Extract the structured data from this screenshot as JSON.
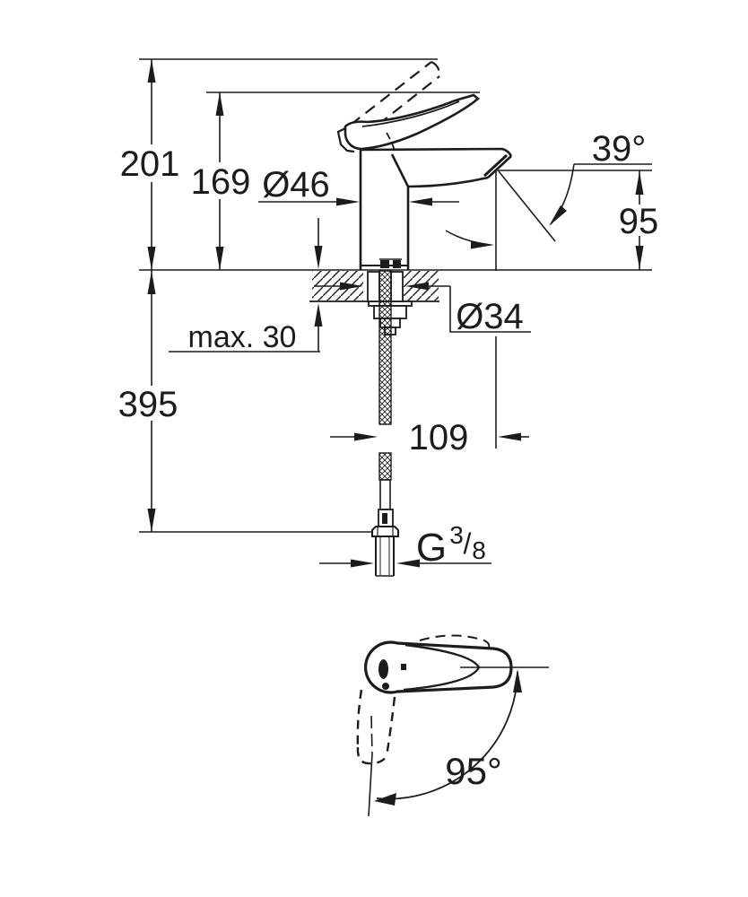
{
  "diagram": {
    "background": "#ffffff",
    "ink": "#1c1c1c",
    "labels": {
      "height_total": "201",
      "height_handle": "169",
      "body_diameter": "Ø46",
      "spout_angle": "39°",
      "spout_height": "95",
      "mount_thickness": "max. 30",
      "shank_diameter": "Ø34",
      "hose_length": "395",
      "spout_reach": "109",
      "thread_letter": "G",
      "thread_numerator": "3",
      "thread_slash": "/",
      "thread_denominator": "8",
      "handle_swivel_angle": "95°"
    }
  }
}
